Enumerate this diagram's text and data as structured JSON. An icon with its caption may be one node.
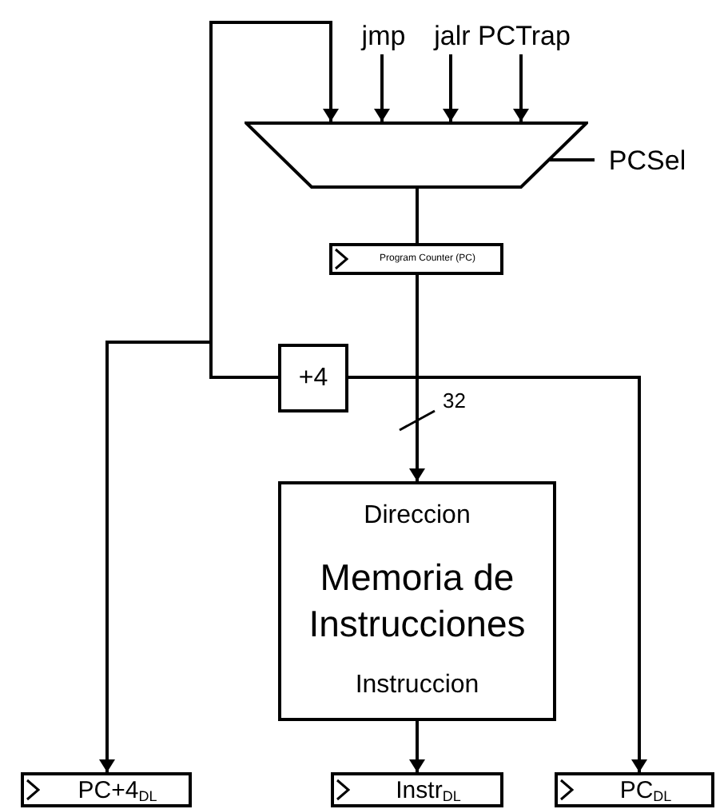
{
  "diagram": {
    "nodes": [
      {
        "text": [
          "jmp"
        ]
      },
      {
        "text": [
          "jalr"
        ]
      },
      {
        "text": [
          "PCTrap"
        ]
      },
      {
        "text": [],
        "shape": "trapezoid"
      },
      {
        "text": [
          "PCSel"
        ]
      },
      {
        "text": [
          "Program Counter (PC)"
        ]
      },
      {
        "text": [
          "+4"
        ]
      },
      {
        "text": [
          "Direccion",
          "Memoria de Instrucciones",
          "Instruccion"
        ]
      },
      {
        "text": [
          "PC+4$_{DL}$"
        ]
      },
      {
        "text": [
          "Instr$_{DL}$"
        ]
      },
      {
        "text": [
          "PC$_{DL}$"
        ]
      }
    ],
    "edges": [
      {
        "from": 0,
        "to": 3,
        "arrow": "to"
      },
      {
        "from": 1,
        "to": 3,
        "arrow": "to"
      },
      {
        "from": 2,
        "to": 3,
        "arrow": "to"
      },
      {
        "from": 4,
        "to": 3,
        "arrow": "none"
      },
      {
        "from": 3,
        "to": 5,
        "arrow": "none"
      },
      {
        "from": 5,
        "to": 7,
        "arrow": "to",
        "label": "32"
      },
      {
        "from": 5,
        "to": 6,
        "arrow": "none"
      },
      {
        "from": 5,
        "to": 10,
        "arrow": "to"
      },
      {
        "from": 6,
        "to": 3,
        "arrow": "to"
      },
      {
        "from": 6,
        "to": 8,
        "arrow": "to"
      },
      {
        "from": 7,
        "to": 9,
        "arrow": "to"
      }
    ]
  }
}
